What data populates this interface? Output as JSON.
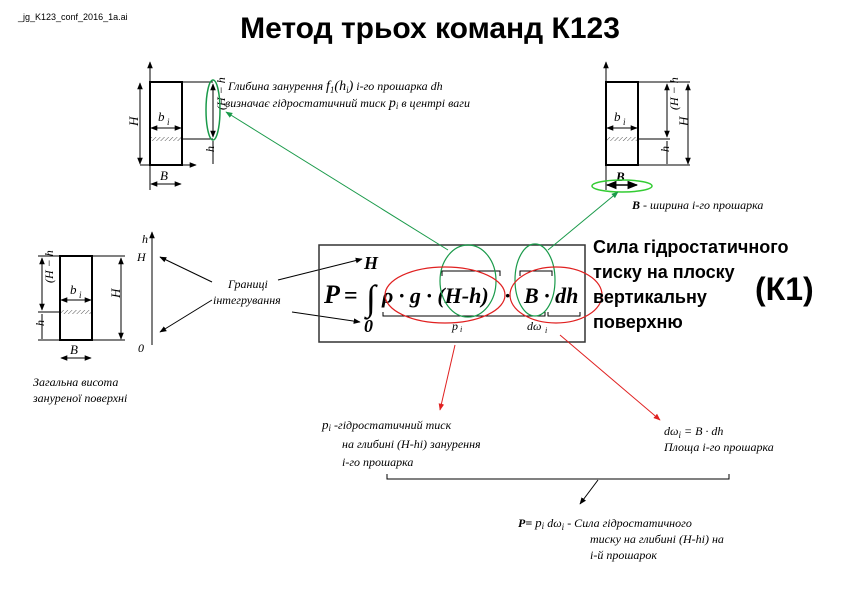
{
  "file_label": "_jg_K123_conf_2016_1a.ai",
  "title": "Метод трьох команд К123",
  "colors": {
    "green": "#1a9a4a",
    "bright_green": "#33cc33",
    "red": "#e02020",
    "black": "#000000"
  },
  "top_left_diagram": {
    "H": "H",
    "b": "b",
    "i": "i",
    "H_minus_h": "(H − h",
    "close": ")",
    "h": "h",
    "B": "B"
  },
  "top_note": {
    "line1_a": "Глибина занурення ",
    "line1_f": "f",
    "line1_sub": "1",
    "line1_arg": "(h",
    "line1_close": ")",
    "line1_b": " і-го прошарка dh",
    "line2_a": "визначає гідростатичний тиск ",
    "line2_p": "p",
    "line2_b": " в центрі ваги"
  },
  "top_right_diagram": {
    "B": "B",
    "note": " -  ширина і-го прошарка"
  },
  "left_diagram": {
    "axis_h": "h",
    "axis_H": "H",
    "axis_0": "0",
    "caption_line1": "Загальна висота",
    "caption_line2": "зануреної поверхні"
  },
  "integration_limits": {
    "line1": "Границі",
    "line2": "інтегрування"
  },
  "formula": {
    "P": "P",
    "eq": "=",
    "upper": "H",
    "lower": "0",
    "integral": "∫",
    "body": "ρ · g · (H-h)",
    "dot": "·",
    "area": "B · dh",
    "p_label": "p",
    "dw_label": "dω",
    "sub_i": "i"
  },
  "right_heading": {
    "lines": [
      "Сила гідростатичного",
      "тиску на плоску",
      "вертикальну",
      "поверхню"
    ],
    "code": "(К1)"
  },
  "pi_note": {
    "symbol": "p",
    "sub": "i",
    "line1": " -гідростатичний тиск",
    "line2": "на глибині (H-hi) занурення",
    "line3": "і-го прошарка"
  },
  "dw_note": {
    "line1": "dω",
    "sub": "i",
    "line1_rest": " = B · dh",
    "line2": "Площа і-го прошарка"
  },
  "result_note": {
    "formula_P": "P= ",
    "formula_p": "p",
    "formula_dw": "  dω",
    "sub": "i",
    "line1": " - Сила гідростатичного",
    "line2": "тиску на глибині (H-hi) на",
    "line3": "і-й прошарок"
  }
}
